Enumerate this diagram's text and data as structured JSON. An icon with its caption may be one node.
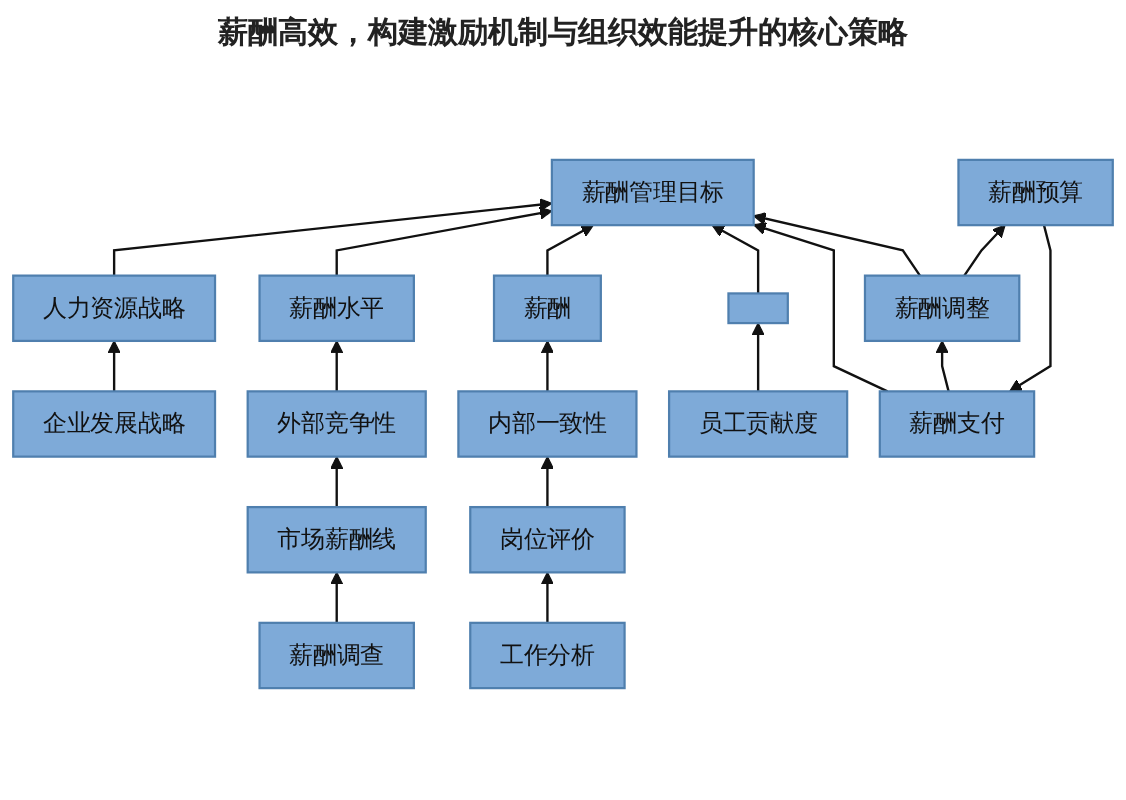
{
  "diagram": {
    "title": "薪酬高效，构建激励机制与组织效能提升的核心策略",
    "nodes": [
      {
        "text": [
          "企业发展战略"
        ]
      },
      {
        "text": [
          "人力资源战略"
        ]
      },
      {
        "text": [
          "薪酬管理目标"
        ]
      },
      {
        "text": [
          "薪酬水平"
        ]
      },
      {
        "text": [
          "薪酬"
        ]
      },
      {
        "text": [],
        "shape": "box"
      },
      {
        "text": [
          "薪酬支付"
        ]
      },
      {
        "text": [
          "薪酬调整"
        ]
      },
      {
        "text": [
          "外部竞争性"
        ]
      },
      {
        "text": [
          "内部一致性"
        ]
      },
      {
        "text": [
          "员工贡献度"
        ]
      },
      {
        "text": [
          "薪酬预算"
        ]
      },
      {
        "text": [
          "市场薪酬线"
        ]
      },
      {
        "text": [
          "岗位评价"
        ]
      },
      {
        "text": [
          "薪酬调查"
        ]
      },
      {
        "text": [
          "工作分析"
        ]
      }
    ],
    "edges": [
      {
        "from": 0,
        "to": 1,
        "arrow": "to"
      },
      {
        "from": 1,
        "to": 2,
        "arrow": "to"
      },
      {
        "from": 3,
        "to": 2,
        "arrow": "to"
      },
      {
        "from": 4,
        "to": 2,
        "arrow": "to"
      },
      {
        "from": 5,
        "to": 2,
        "arrow": "to"
      },
      {
        "from": 6,
        "to": 2,
        "arrow": "to"
      },
      {
        "from": 7,
        "to": 2,
        "arrow": "to"
      },
      {
        "from": 6,
        "to": 7,
        "arrow": "to"
      },
      {
        "from": 7,
        "to": 11,
        "arrow": "to"
      },
      {
        "from": 11,
        "to": 6,
        "arrow": "to"
      },
      {
        "from": 8,
        "to": 3,
        "arrow": "to"
      },
      {
        "from": 9,
        "to": 4,
        "arrow": "to"
      },
      {
        "from": 10,
        "to": 5,
        "arrow": "to"
      },
      {
        "from": 12,
        "to": 8,
        "arrow": "to"
      },
      {
        "from": 14,
        "to": 12,
        "arrow": "to"
      },
      {
        "from": 13,
        "to": 9,
        "arrow": "to"
      },
      {
        "from": 15,
        "to": 13,
        "arrow": "to"
      }
    ]
  }
}
